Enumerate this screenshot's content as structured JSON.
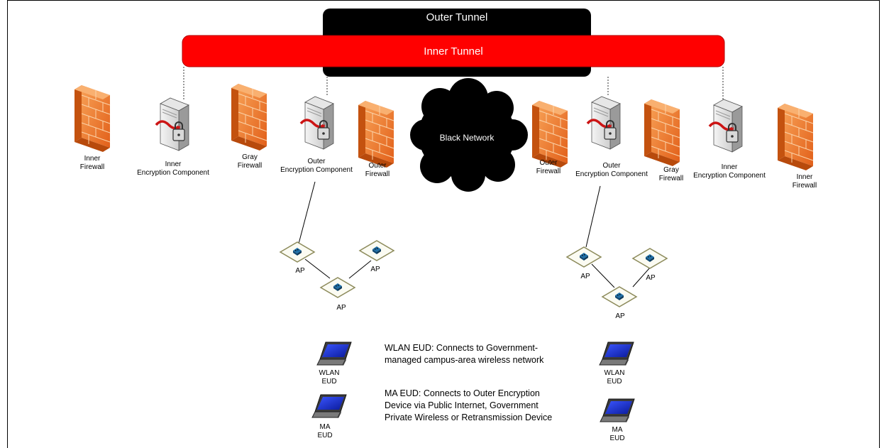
{
  "tunnels": {
    "outer": "Outer Tunnel",
    "inner": "Inner Tunnel"
  },
  "cloud": {
    "label": "Black Network"
  },
  "left_side": {
    "inner_firewall": "Inner\nFirewall",
    "inner_encryption": "Inner\nEncryption Component",
    "gray_firewall": "Gray\nFirewall",
    "outer_encryption": "Outer\nEncryption Component",
    "outer_firewall": "Outer\nFirewall",
    "ap": [
      "AP",
      "AP",
      "AP"
    ],
    "wlan_eud": "WLAN\nEUD",
    "ma_eud": "MA\nEUD"
  },
  "right_side": {
    "outer_firewall": "Outer\nFirewall",
    "outer_encryption": "Outer\nEncryption Component",
    "gray_firewall": "Gray\nFirewall",
    "inner_encryption": "Inner\nEncryption Component",
    "inner_firewall": "Inner\nFirewall",
    "ap": [
      "AP",
      "AP",
      "AP"
    ],
    "wlan_eud": "WLAN\nEUD",
    "ma_eud": "MA\nEUD"
  },
  "descriptions": {
    "wlan": "WLAN EUD:  Connects to Government-\nmanaged campus-area wireless network",
    "ma": "MA EUD: Connects to Outer Encryption\nDevice via Public Internet, Government\nPrivate Wireless or Retransmission Device"
  },
  "colors": {
    "outer_tunnel": "#000000",
    "inner_tunnel": "#ff0000",
    "firewall": "#f07a2a",
    "cloud": "#000000",
    "ap_border": "#8c8a5a",
    "laptop_screen": "#1a2fd0"
  }
}
